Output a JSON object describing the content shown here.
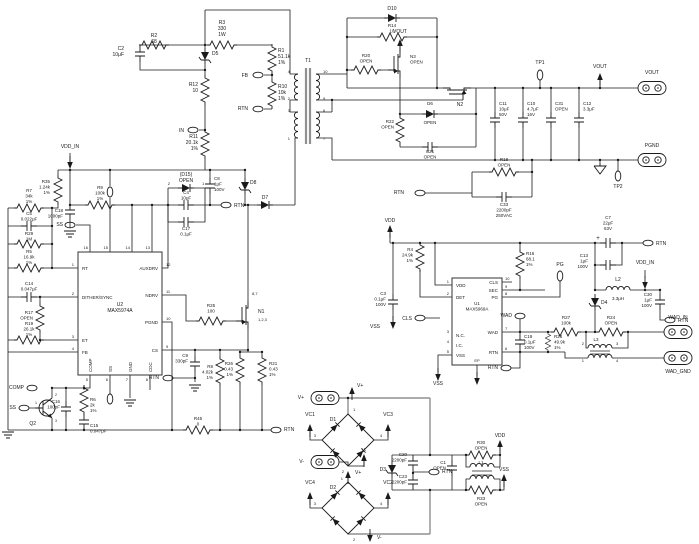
{
  "schematic_type": "circuit-schematic",
  "labels": [
    [
      "label-r2",
      "R2|68",
      154,
      37,
      "m"
    ],
    [
      "label-c2",
      "C2|10μF",
      124,
      50,
      "e"
    ],
    [
      "label-d5",
      "D5",
      212,
      55,
      "s"
    ],
    [
      "label-r3",
      "R3|330|1W",
      222,
      24,
      "m"
    ],
    [
      "label-r1",
      "R1|51.1k|1%",
      278,
      52,
      "s"
    ],
    [
      "flag-fb-label",
      "FB",
      248,
      77,
      "e"
    ],
    [
      "label-r10",
      "R10|10k|1%",
      278,
      88,
      "s"
    ],
    [
      "flag-rtn1-label",
      "RTN",
      248,
      110,
      "e"
    ],
    [
      "label-r12",
      "R12|10",
      198,
      86,
      "e"
    ],
    [
      "flag-in-label",
      "IN",
      184,
      132,
      "e"
    ],
    [
      "label-r11",
      "R11|20.1k|1%",
      198,
      138,
      "e"
    ],
    [
      "net-vddin1",
      "VDD_IN",
      70,
      148,
      "m"
    ],
    [
      "label-t1",
      "T1",
      308,
      62,
      "m"
    ],
    [
      "t1-p4",
      "4",
      290,
      73,
      "e",
      4
    ],
    [
      "t1-p2",
      "2",
      290,
      100,
      "e",
      4
    ],
    [
      "t1-p3",
      "3",
      290,
      112,
      "e",
      4
    ],
    [
      "t1-p1",
      "1",
      290,
      140,
      "e",
      4
    ],
    [
      "t1-p10",
      "10",
      323,
      73,
      "s",
      4
    ],
    [
      "t1-p9",
      "9",
      323,
      100,
      "s",
      4
    ],
    [
      "t1-p6",
      "6",
      323,
      112,
      "s",
      4
    ],
    [
      "t1-p7",
      "7",
      323,
      140,
      "s",
      4
    ],
    [
      "label-d15",
      "(D15)|OPEN",
      186,
      176,
      "m"
    ],
    [
      "d15-p2",
      "2",
      170,
      185,
      "e",
      4
    ],
    [
      "d15-p1",
      "1",
      202,
      185,
      "s",
      4
    ],
    [
      "label-c4",
      "C4|10μF",
      186,
      194,
      "m",
      4.5
    ],
    [
      "label-c17",
      "C17|0.1μF",
      186,
      230,
      "m",
      4.5
    ],
    [
      "flag-rtn2-label",
      "RTN",
      234,
      207,
      "s"
    ],
    [
      "label-c8",
      "C8|1μF|100V",
      214,
      180,
      "s",
      4.5
    ],
    [
      "label-d8",
      "D8",
      250,
      184,
      "s"
    ],
    [
      "label-d7",
      "D7",
      265,
      199,
      "m"
    ],
    [
      "label-r9",
      "R9|100k|1%",
      100,
      189,
      "m",
      4.5
    ],
    [
      "label-c18",
      "C18|1000pF",
      63,
      212,
      "e",
      4.5
    ],
    [
      "label-r35",
      "R35|1.24k|1%",
      50,
      183,
      "e",
      4.5
    ],
    [
      "label-r7",
      "R7|34k|1%",
      29,
      192,
      "m",
      4.5
    ],
    [
      "label-c5",
      "C5|0.022μF",
      29,
      215,
      "m",
      4.5
    ],
    [
      "label-r29",
      "R29|1M",
      29,
      235,
      "m",
      4.5
    ],
    [
      "flag-ss1-label",
      "SS",
      63,
      226,
      "e"
    ],
    [
      "label-r5",
      "R5|16.9k|1%",
      29,
      253,
      "m",
      4.5
    ],
    [
      "label-c14",
      "C14|0.047μF",
      29,
      285,
      "m",
      4.5
    ],
    [
      "label-r17",
      "R17|OPEN",
      33,
      314,
      "e",
      4.5
    ],
    [
      "label-r19",
      "R19|26.1k|1%",
      29,
      325,
      "m",
      4.5
    ],
    [
      "u2-name",
      "U2|MAX5974A",
      120,
      306,
      "m"
    ],
    [
      "u2-pin-rt",
      "RT",
      82,
      270,
      "s",
      4.5
    ],
    [
      "u2-pin-dither",
      "DITHER/SYNC",
      82,
      299,
      "s",
      4.5
    ],
    [
      "u2-pin-et",
      "ET",
      82,
      342,
      "s",
      4.5
    ],
    [
      "u2-pin-fb",
      "FB",
      82,
      354,
      "s",
      4.5
    ],
    [
      "u2-pin-auxdrv",
      "AUXDRV",
      158,
      270,
      "e",
      4.5
    ],
    [
      "u2-pin-ndrv",
      "NDRV",
      158,
      297,
      "e",
      4.5
    ],
    [
      "u2-pin-pgnd",
      "PGND",
      158,
      324,
      "e",
      4.5
    ],
    [
      "u2-pin-cs",
      "CS",
      158,
      352,
      "e",
      4.5
    ],
    [
      "u2-pin-comp",
      "COMP",
      92,
      372,
      "s",
      4.5,
      -90
    ],
    [
      "u2-pin-ss",
      "SS",
      112,
      372,
      "s",
      4.5,
      -90
    ],
    [
      "u2-pin-gnd",
      "GND",
      132,
      372,
      "s",
      4.5,
      -90
    ],
    [
      "u2-pin-cdc",
      "CDC",
      152,
      372,
      "s",
      4.5,
      -90
    ],
    [
      "u2-num1",
      "1",
      74,
      266,
      "e",
      4
    ],
    [
      "u2-num2",
      "2",
      74,
      295,
      "e",
      4
    ],
    [
      "u2-num3",
      "3",
      74,
      338,
      "e",
      4
    ],
    [
      "u2-num4",
      "4",
      74,
      350,
      "e",
      4
    ],
    [
      "u2-num12",
      "12",
      166,
      266,
      "s",
      4
    ],
    [
      "u2-num11",
      "11",
      166,
      293,
      "s",
      4
    ],
    [
      "u2-num10",
      "10",
      166,
      320,
      "s",
      4
    ],
    [
      "u2-num9",
      "9",
      166,
      348,
      "s",
      4
    ],
    [
      "u2-num16",
      "16",
      88,
      249,
      "e",
      4
    ],
    [
      "u2-num15",
      "15",
      108,
      249,
      "e",
      4
    ],
    [
      "u2-num14",
      "14",
      130,
      249,
      "e",
      4
    ],
    [
      "u2-num13",
      "13",
      150,
      249,
      "e",
      4
    ],
    [
      "u2-num5",
      "5",
      88,
      381,
      "e",
      4
    ],
    [
      "u2-num6",
      "6",
      108,
      381,
      "e",
      4
    ],
    [
      "u2-num7",
      "7",
      128,
      381,
      "e",
      4
    ],
    [
      "u2-num8",
      "8",
      148,
      381,
      "e",
      4
    ],
    [
      "flag-comp-label",
      "COMP",
      24,
      389,
      "e"
    ],
    [
      "flag-ss2-label",
      "SS",
      16,
      409,
      "e"
    ],
    [
      "label-q2",
      "Q2",
      36,
      425,
      "e"
    ],
    [
      "q2-p1",
      "1",
      37,
      404,
      "e",
      3.5
    ],
    [
      "q2-p2",
      "2",
      55,
      396,
      "s",
      3.5
    ],
    [
      "q2-p3",
      "3",
      55,
      422,
      "s",
      3.5
    ],
    [
      "label-c16",
      "C16|100pF",
      60,
      403,
      "e",
      4.5
    ],
    [
      "label-r6",
      "R6|2k|1%",
      90,
      401,
      "s",
      4.5
    ],
    [
      "label-c15",
      "C15|0.047μF",
      90,
      427,
      "s",
      4.5
    ],
    [
      "label-c9",
      "C9|330pF",
      188,
      357,
      "e",
      4.5
    ],
    [
      "flag-rtn3-label",
      "RTN",
      159,
      379,
      "e"
    ],
    [
      "label-r8",
      "R8|4.02k|1%",
      213,
      368,
      "e",
      4.5
    ],
    [
      "label-r25",
      "R25|100",
      211,
      307,
      "m",
      4.5
    ],
    [
      "label-n1",
      "N1",
      258,
      313,
      "s"
    ],
    [
      "label-n1-pins",
      "1,2,3",
      258,
      321,
      "s",
      4
    ],
    [
      "label-n1-pins2",
      "8,7",
      252,
      295,
      "s",
      4
    ],
    [
      "label-r26",
      "R26|0.43|1%",
      233,
      365,
      "e",
      4.5
    ],
    [
      "label-r21",
      "R21|0.43|1%",
      269,
      365,
      "s",
      4.5
    ],
    [
      "label-r45",
      "R45|0",
      198,
      420,
      "m",
      4.5
    ],
    [
      "flag-rtn4-label",
      "RTN",
      284,
      431,
      "s"
    ],
    [
      "label-d10",
      "D10",
      392,
      10,
      "m"
    ],
    [
      "label-r14",
      "R14|10",
      392,
      27,
      "m",
      4.5
    ],
    [
      "label-r20",
      "R20|OPEN",
      366,
      57,
      "m",
      4.5
    ],
    [
      "label-n3",
      "N3|OPEN",
      410,
      58,
      "s",
      4.5
    ],
    [
      "net-vout1",
      "VOUT",
      400,
      33,
      "m"
    ],
    [
      "label-n2",
      "N2",
      460,
      106,
      "m"
    ],
    [
      "label-d6a",
      "D6",
      430,
      105,
      "m",
      4.5
    ],
    [
      "label-d6b",
      "OPEN",
      430,
      124,
      "m",
      4.5
    ],
    [
      "label-r22",
      "R22|OPEN",
      394,
      123,
      "e",
      4.5
    ],
    [
      "label-c21",
      "C21|OPEN",
      430,
      153,
      "m",
      4.5
    ],
    [
      "label-c11",
      "C11|10μF|50V",
      499,
      105,
      "s",
      4.5
    ],
    [
      "label-c10",
      "C10|4.7μF|16V",
      527,
      105,
      "s",
      4.5
    ],
    [
      "label-c31",
      "C31|OPEN",
      555,
      105,
      "s",
      4.5
    ],
    [
      "label-c12",
      "C12|3.3μF",
      583,
      105,
      "s",
      4.5
    ],
    [
      "label-tp1",
      "TP1",
      540,
      64,
      "m"
    ],
    [
      "net-vout2",
      "VOUT",
      600,
      68,
      "m"
    ],
    [
      "conn-vout-label",
      "VOUT",
      652,
      74,
      "m"
    ],
    [
      "conn-pgnd-label",
      "PGND",
      652,
      147,
      "m"
    ],
    [
      "label-tp2",
      "TP2",
      618,
      188,
      "m"
    ],
    [
      "label-r18",
      "R18|OPEN",
      504,
      161,
      "m",
      4.5
    ],
    [
      "flag-rtn5-label",
      "RTN",
      404,
      194,
      "e"
    ],
    [
      "label-c33",
      "C33|2200pF|250VAC",
      504,
      206,
      "m",
      4.5
    ],
    [
      "net-vdd1",
      "VDD",
      390,
      222,
      "m"
    ],
    [
      "label-c7",
      "C7|22μF|63V",
      608,
      219,
      "m",
      4.5
    ],
    [
      "label-c7plus",
      "+",
      598,
      240,
      "m",
      6
    ],
    [
      "flag-rtn6-label",
      "RTN",
      656,
      245,
      "s"
    ],
    [
      "label-c13",
      "C13|1μF|100V",
      588,
      257,
      "e",
      4.5
    ],
    [
      "net-vddin2",
      "VDD_IN",
      645,
      264,
      "m"
    ],
    [
      "label-l2",
      "L2",
      618,
      281,
      "m"
    ],
    [
      "label-l2v",
      "3.3μH",
      618,
      300,
      "m",
      4.5
    ],
    [
      "label-c30",
      "C30|1μF|100V",
      652,
      296,
      "e",
      4.5
    ],
    [
      "flag-rtn7-label",
      "RTN",
      678,
      322,
      "s"
    ],
    [
      "label-d4",
      "D4",
      601,
      304,
      "s"
    ],
    [
      "flag-pg-label",
      "PG",
      560,
      266,
      "m"
    ],
    [
      "label-r4",
      "R4|24.9k|1%",
      413,
      251,
      "e",
      4.5
    ],
    [
      "label-c3",
      "C3|0.1μF|100V",
      386,
      295,
      "e",
      4.5
    ],
    [
      "net-vss1",
      "VSS",
      380,
      328,
      "e"
    ],
    [
      "flag-cls-label",
      "CLS",
      412,
      320,
      "e"
    ],
    [
      "label-r16",
      "R16|68.1|1%",
      526,
      255,
      "s",
      4.5
    ],
    [
      "u1-name",
      "U1|MAX5969A",
      477,
      305,
      "m",
      4.5
    ],
    [
      "u1-pin-vdd",
      "VDD",
      456,
      287,
      "s",
      4.5
    ],
    [
      "u1-pin-det",
      "DET",
      456,
      299,
      "s",
      4.5
    ],
    [
      "u1-pin-nc",
      "N.C.",
      456,
      337,
      "s",
      4.5
    ],
    [
      "u1-pin-ic",
      "I.C.",
      456,
      347,
      "s",
      4.5
    ],
    [
      "u1-pin-vss",
      "VSS",
      456,
      357,
      "s",
      4.5
    ],
    [
      "u1-pin-cls",
      "CLS",
      498,
      284,
      "e",
      4.5
    ],
    [
      "u1-pin-sec",
      "SEC",
      498,
      292,
      "e",
      4.5
    ],
    [
      "u1-pin-pg",
      "PG",
      498,
      299,
      "e",
      4.5
    ],
    [
      "u1-pin-wad",
      "WAD",
      498,
      334,
      "e",
      4.5
    ],
    [
      "u1-pin-rtn",
      "RTN",
      498,
      354,
      "e",
      4.5
    ],
    [
      "u1-num1",
      "1",
      449,
      283,
      "e",
      4
    ],
    [
      "u1-num2",
      "2",
      449,
      295,
      "e",
      4
    ],
    [
      "u1-num3",
      "3",
      449,
      333,
      "e",
      4
    ],
    [
      "u1-num4",
      "4",
      449,
      343,
      "e",
      4
    ],
    [
      "u1-num5",
      "5",
      449,
      353,
      "e",
      4
    ],
    [
      "u1-num10",
      "10",
      505,
      280,
      "s",
      4
    ],
    [
      "u1-num9",
      "9",
      505,
      288,
      "s",
      4
    ],
    [
      "u1-num8",
      "8",
      505,
      295,
      "s",
      4
    ],
    [
      "u1-num7",
      "7",
      505,
      330,
      "s",
      4
    ],
    [
      "u1-num6",
      "6",
      505,
      350,
      "s",
      4
    ],
    [
      "u1-ep",
      "EP",
      477,
      362,
      "m",
      4
    ],
    [
      "net-vss2",
      "VSS",
      438,
      385,
      "m"
    ],
    [
      "flag-wad-label",
      "WAD",
      512,
      317,
      "e"
    ],
    [
      "label-c19",
      "C19|0.1μF|100V",
      524,
      338,
      "s",
      4.5
    ],
    [
      "label-r28",
      "R28|49.9k|1%",
      554,
      338,
      "s",
      4.5
    ],
    [
      "flag-rtn8-label",
      "RTN",
      498,
      369,
      "e"
    ],
    [
      "label-r27",
      "R27|100k",
      566,
      319,
      "m",
      4.5
    ],
    [
      "label-r24",
      "R24|OPEN",
      611,
      319,
      "m",
      4.5
    ],
    [
      "conn-wadin-label",
      "WAD_IN",
      678,
      319,
      "m"
    ],
    [
      "label-l3",
      "L3",
      596,
      341,
      "m",
      4.5
    ],
    [
      "l3-p2",
      "2",
      584,
      345,
      "e",
      4
    ],
    [
      "l3-p3",
      "3",
      616,
      345,
      "s",
      4
    ],
    [
      "l3-p1",
      "1",
      584,
      362,
      "e",
      4
    ],
    [
      "l3-p4",
      "4",
      616,
      362,
      "s",
      4
    ],
    [
      "conn-wadgnd-label",
      "WAD_GND",
      678,
      373,
      "m"
    ],
    [
      "net-vdd2",
      "VDD",
      500,
      437,
      "m"
    ],
    [
      "net-vss3",
      "VSS",
      504,
      471,
      "m"
    ],
    [
      "label-r30",
      "R30|OPEN",
      481,
      444,
      "m",
      4.5
    ],
    [
      "label-l1",
      "L1",
      481,
      464,
      "m",
      4.5
    ],
    [
      "label-r33",
      "R33|OPEN",
      481,
      500,
      "m",
      4.5
    ],
    [
      "label-c1",
      "C1|OPEN",
      446,
      464,
      "e",
      4.5
    ],
    [
      "label-c20",
      "C20|2200pF",
      407,
      456,
      "e",
      4.5
    ],
    [
      "label-c23",
      "C23|2200pF",
      407,
      478,
      "e",
      4.5
    ],
    [
      "flag-rtn9-label",
      "RTN",
      442,
      473,
      "s"
    ],
    [
      "label-d3",
      "D3",
      386,
      471,
      "e"
    ],
    [
      "conn-vp-label",
      "V+",
      304,
      399,
      "e"
    ],
    [
      "net-vp1",
      "V+",
      357,
      387,
      "s"
    ],
    [
      "label-d1",
      "D1",
      333,
      421,
      "m"
    ],
    [
      "net-vc1",
      "VC1",
      310,
      416,
      "m"
    ],
    [
      "net-vc3",
      "VC3",
      388,
      416,
      "m"
    ],
    [
      "conn-vm-label",
      "V-",
      304,
      463,
      "e"
    ],
    [
      "net-vm1",
      "V-",
      364,
      452,
      "m"
    ],
    [
      "net-vp2",
      "V+",
      355,
      474,
      "s"
    ],
    [
      "label-d2",
      "D2",
      333,
      489,
      "m"
    ],
    [
      "net-vc4",
      "VC4",
      310,
      484,
      "m"
    ],
    [
      "net-vc2",
      "VC2",
      388,
      484,
      "m"
    ],
    [
      "net-vm2",
      "V-",
      377,
      539,
      "s"
    ],
    [
      "d1-n1",
      "1",
      353,
      411,
      "s",
      4
    ],
    [
      "d1-n3",
      "3",
      316,
      437,
      "e",
      4
    ],
    [
      "d1-n4",
      "4",
      380,
      437,
      "s",
      4
    ],
    [
      "d1-n2",
      "2",
      344,
      473,
      "e",
      4
    ],
    [
      "d2-n1",
      "1",
      343,
      480,
      "e",
      4
    ],
    [
      "d2-n3",
      "3",
      316,
      505,
      "e",
      4
    ],
    [
      "d2-n4",
      "4",
      380,
      505,
      "s",
      4
    ],
    [
      "d2-n2",
      "2",
      353,
      541,
      "s",
      4
    ]
  ],
  "colors": {
    "wire": "#1a1a1a",
    "bus": "#909090",
    "background": "#ffffff"
  }
}
